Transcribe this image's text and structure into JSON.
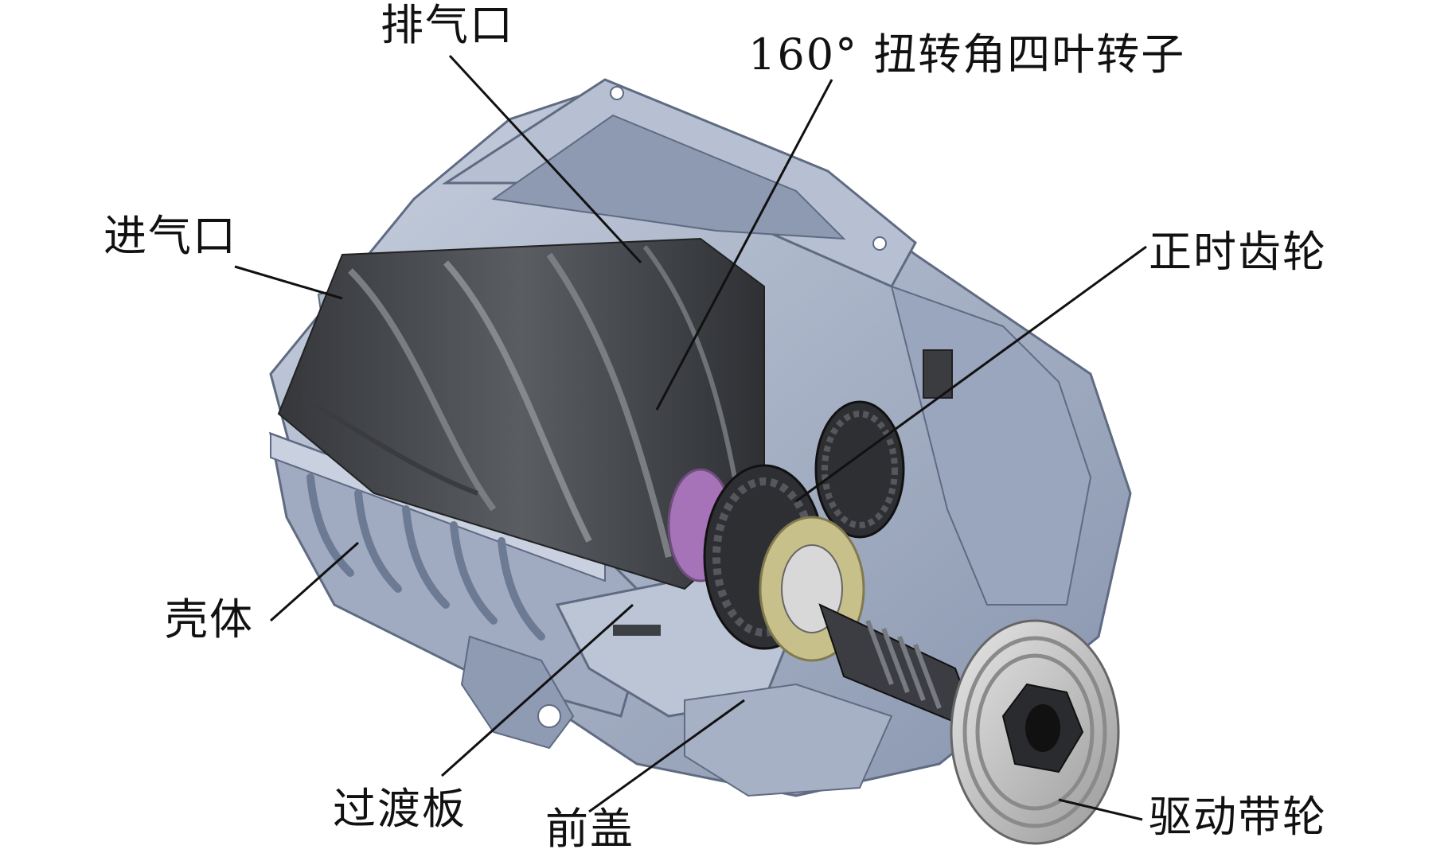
{
  "labels": {
    "exhaust_port": "排气口",
    "rotor": "160° 扭转角四叶转子",
    "intake_port": "进气口",
    "timing_gear": "正时齿轮",
    "housing": "壳体",
    "transition_plate": "过渡板",
    "front_cover": "前盖",
    "drive_pulley": "驱动带轮"
  },
  "colors": {
    "housing": "#aab4c8",
    "housing_dark": "#6d7a93",
    "housing_light": "#d6dde9",
    "rotor": "#4a4c50",
    "rotor_dark": "#2b2c2f",
    "gear": "#2e2f33",
    "bearing": "#c8c08a",
    "purple_ring": "#a673b8",
    "pulley": "#c8c8c8",
    "leader_line": "#111111"
  }
}
